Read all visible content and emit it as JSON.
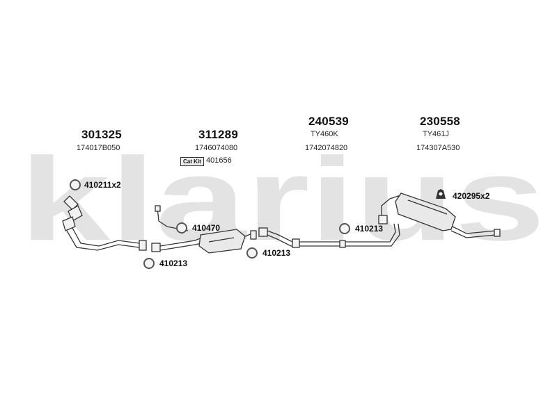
{
  "watermark": {
    "text": "klarius",
    "color": "#e3e3e3"
  },
  "sections": [
    {
      "part_number": "301325",
      "refs": [
        "174017B050"
      ]
    },
    {
      "part_number": "311289",
      "refs": [
        "1746074080"
      ],
      "badge": "Cat Kit",
      "badge_ref": "401656"
    },
    {
      "part_number": "240539",
      "refs": [
        "TY460K",
        "1742074820"
      ]
    },
    {
      "part_number": "230558",
      "refs": [
        "TY461J",
        "174307A530"
      ]
    }
  ],
  "accessories": [
    {
      "label": "410211x2",
      "icon": "gasket-ring-icon"
    },
    {
      "label": "410470",
      "icon": "gasket-ring-icon"
    },
    {
      "label": "410213",
      "icon": "gasket-ring-icon"
    },
    {
      "label": "410213",
      "icon": "gasket-ring-icon"
    },
    {
      "label": "410213",
      "icon": "gasket-ring-icon"
    },
    {
      "label": "420295x2",
      "icon": "rubber-mount-icon"
    }
  ],
  "colors": {
    "pipe_outline": "#333333",
    "pipe_fill": "#f2f2f2",
    "text": "#111111"
  }
}
